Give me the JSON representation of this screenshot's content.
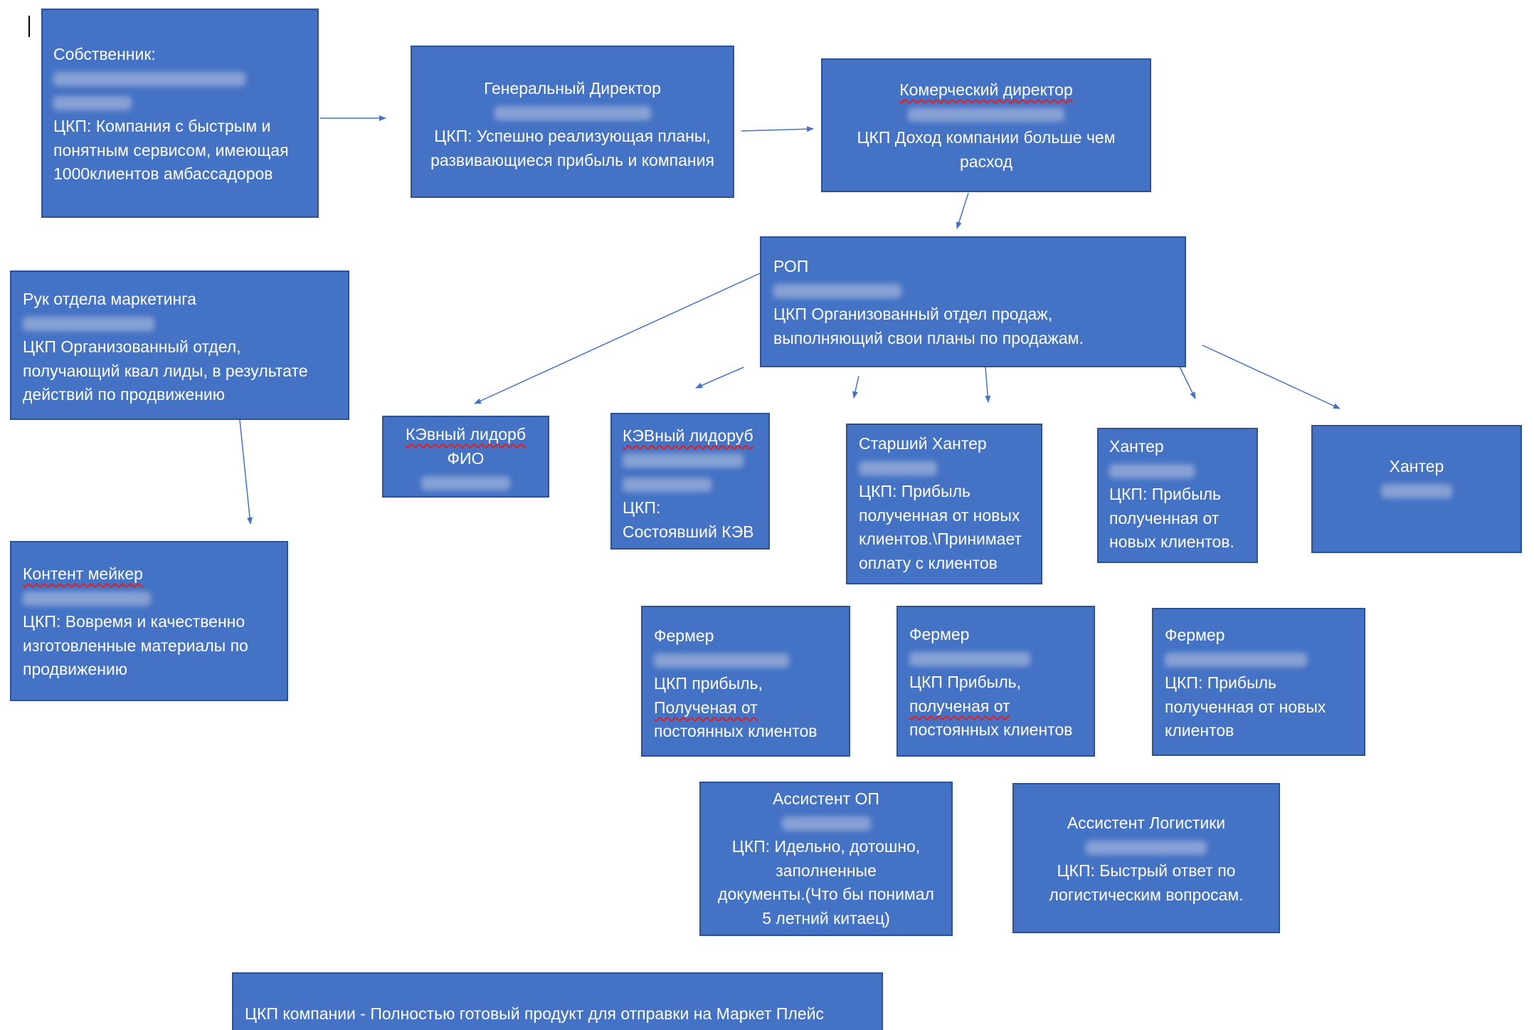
{
  "boxes": {
    "owner": {
      "title": "Собственник:",
      "ckp": [
        "ЦКП: Компания с быстрым и",
        "понятным сервисом, имеющая",
        "1000клиентов амбассадоров"
      ]
    },
    "gen_director": {
      "title": "Генеральный Директор",
      "ckp": [
        "ЦКП: Успешно реализующая планы,",
        "развивающиеся прибыль и компания"
      ]
    },
    "com_director": {
      "title": "Комерческий директор",
      "ckp": [
        "ЦКП Доход компании больше чем",
        "расход"
      ]
    },
    "rop": {
      "title": "РОП",
      "ckp": [
        "ЦКП Организованный отдел продаж,",
        "выполняющий свои планы по продажам."
      ]
    },
    "marketing_head": {
      "title": "Рук отдела маркетинга",
      "ckp": [
        "ЦКП Организованный отдел,",
        "получающий квал лиды, в результате",
        "действий по продвижению"
      ]
    },
    "content_maker": {
      "title": "Контент мейкер",
      "ckp": [
        "ЦКП: Вовремя и качественно",
        "изготовленные материалы по",
        "продвижению"
      ]
    },
    "kev_lidorb": {
      "title": "КЭвный лидорб",
      "subtitle": "ФИО"
    },
    "kev_lidorub": {
      "title": "КЭВный лидоруб",
      "ckp": [
        "ЦКП:",
        "Состоявший КЭВ"
      ]
    },
    "senior_hunter": {
      "title": "Старший Хантер",
      "ckp": [
        "ЦКП: Прибыль",
        "полученная от новых",
        "клиентов.\\Принимает",
        "оплату с клиентов"
      ]
    },
    "hunter1": {
      "title": "Хантер",
      "ckp": [
        "ЦКП: Прибыль",
        "полученная от",
        "новых клиентов."
      ]
    },
    "hunter2": {
      "title": "Хантер"
    },
    "farmer1": {
      "title": "Фермер",
      "ckp": [
        "ЦКП прибыль,",
        "Полученая от",
        "постоянных клиентов"
      ]
    },
    "farmer2": {
      "title": "Фермер",
      "ckp": [
        "ЦКП Прибыль,",
        "полученая от",
        "постоянных клиентов"
      ]
    },
    "farmer3": {
      "title": "Фермер",
      "ckp": [
        "ЦКП: Прибыль",
        "полученная от новых",
        "клиентов"
      ]
    },
    "assistant_op": {
      "title": "Ассистент ОП",
      "ckp": [
        "ЦКП: Идельно, дотошно,",
        "заполненные",
        "документы.(Что бы понимал",
        "5 летний китаец)"
      ]
    },
    "assistant_logistics": {
      "title": "Ассистент Логистики",
      "ckp": [
        "ЦКП: Быстрый ответ по",
        "логистическим вопросам."
      ]
    },
    "company_ckp": {
      "text": "ЦКП компании - Полностью готовый продукт для отправки на Маркет Плейс"
    }
  },
  "colors": {
    "box_fill": "#4472c4",
    "box_border": "#2f528f",
    "arrow": "#4472c4",
    "redacted": "#93a9d8"
  }
}
